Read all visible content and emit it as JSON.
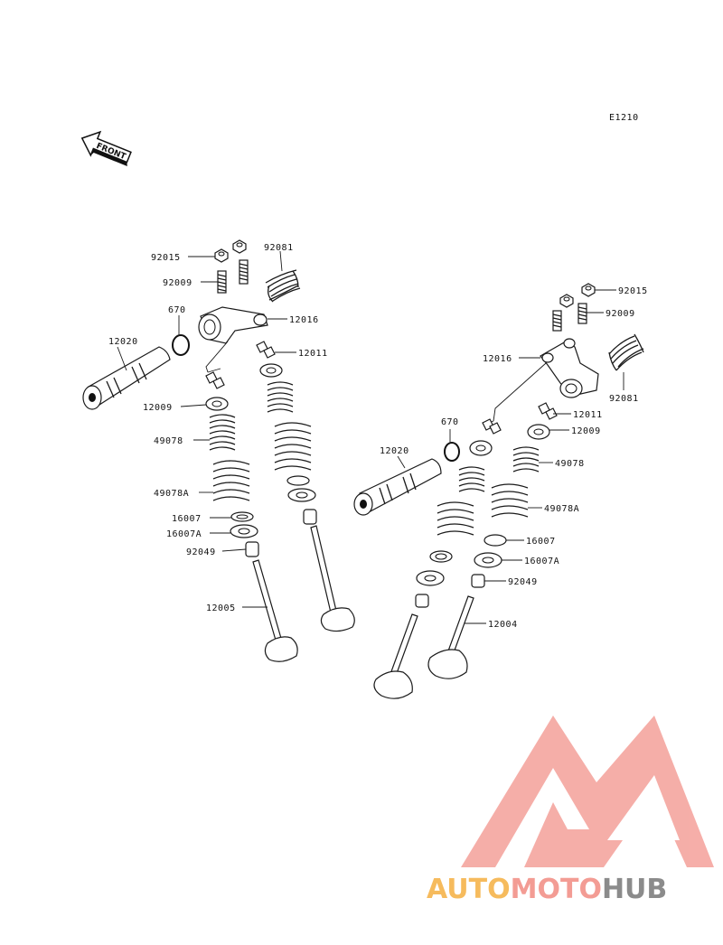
{
  "diagram_code": "E1210",
  "front_label": "FRONT",
  "labels": {
    "l_92015": "92015",
    "l_92009": "92009",
    "l_92081": "92081",
    "l_670": "670",
    "l_12016": "12016",
    "l_12020": "12020",
    "l_12011": "12011",
    "l_12009": "12009",
    "l_49078": "49078",
    "l_49078A": "49078A",
    "l_16007": "16007",
    "l_16007A": "16007A",
    "l_92049": "92049",
    "l_12005": "12005",
    "r_92015": "92015",
    "r_92009": "92009",
    "r_12016": "12016",
    "r_92081": "92081",
    "r_12011": "12011",
    "r_670": "670",
    "r_12009": "12009",
    "r_12020": "12020",
    "r_49078": "49078",
    "r_49078A": "49078A",
    "r_16007": "16007",
    "r_16007A": "16007A",
    "r_92049": "92049",
    "r_12004": "12004"
  },
  "watermark": {
    "part1": "AUTO",
    "part2": "MOTO",
    "part3": "HUB",
    "colors": {
      "auto": "#f5b041",
      "moto": "#f28b82",
      "hub": "#777777",
      "logo": "#f4a09a"
    }
  }
}
